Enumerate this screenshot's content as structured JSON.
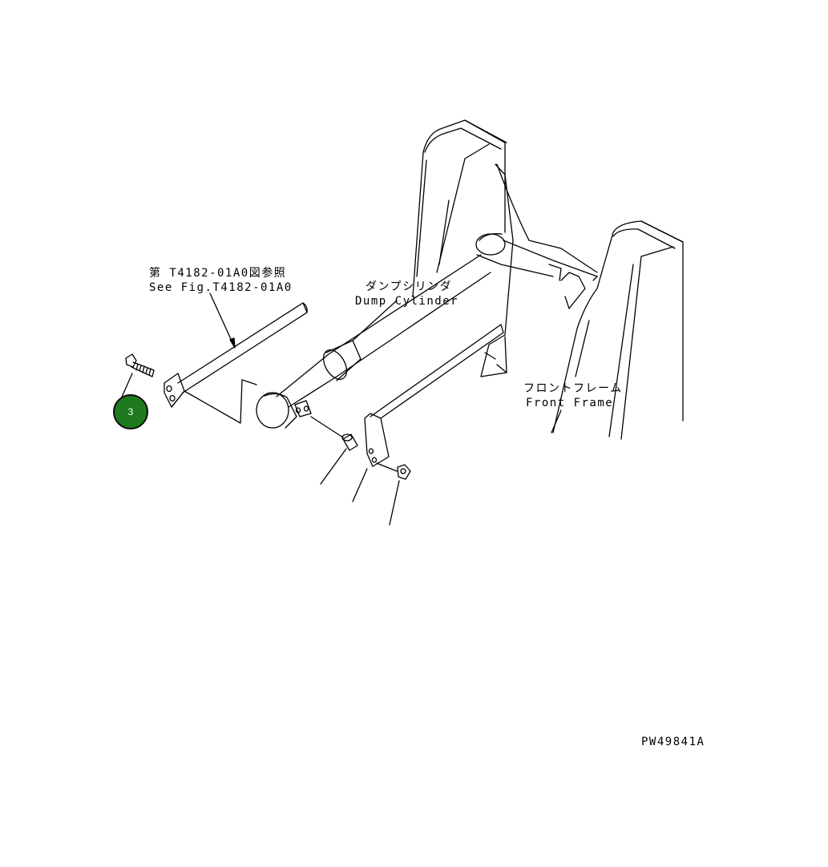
{
  "labels": {
    "see_fig_jp": "第 T4182-01A0図参照",
    "see_fig_en": "See Fig.T4182-01A0",
    "dump_cylinder_jp": "ダンプシリンダ",
    "dump_cylinder_en": "Dump Cylinder",
    "front_frame_jp": "フロントフレーム",
    "front_frame_en": "Front Frame",
    "drawing_id": "PW49841A"
  },
  "callouts": [
    {
      "number": "3",
      "color": "#1f7a1f"
    }
  ],
  "colors": {
    "line": "#000000",
    "background": "#ffffff",
    "callout": "#1f7a1f"
  }
}
